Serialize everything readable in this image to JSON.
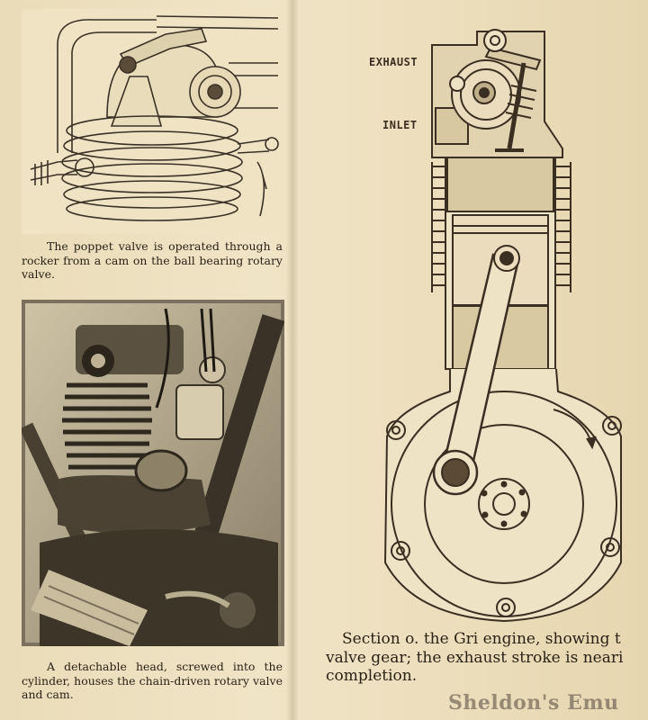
{
  "captions": {
    "poppet": "The poppet valve is operated through a rocker from a cam on the ball bearing rotary valve.",
    "detachable_head": "A detachable head, screwed into the cylinder, houses the chain-driven rotary valve and cam.",
    "section": "Section o. the Gri engine, showing t valve gear; the exhaust stroke is neari completion."
  },
  "diagram_labels": {
    "exhaust": "EXHAUST",
    "inlet": "INLET"
  },
  "watermark": "Sheldon's Emu"
}
